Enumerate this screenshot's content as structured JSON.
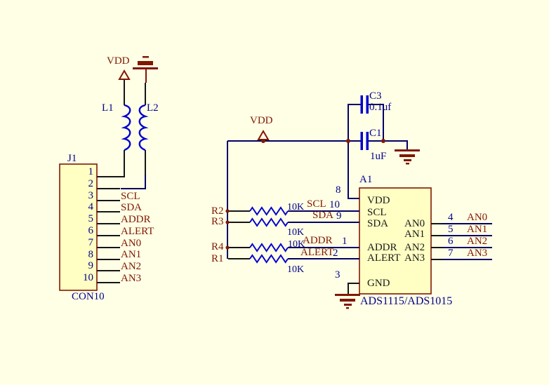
{
  "colors": {
    "background": "#FFFFE6",
    "net_label": "#801800",
    "annotation": "#00008B",
    "wire": "#000066",
    "component_symbol": "#0000D0",
    "component_fill": "#FFFFC4",
    "component_border": "#801800",
    "ic_pin_text": "#1a1a1a"
  },
  "power": {
    "vdd": "VDD"
  },
  "connector": {
    "designator": "J1",
    "part": "CON10",
    "pins": [
      "1",
      "2",
      "3",
      "4",
      "5",
      "6",
      "7",
      "8",
      "9",
      "10"
    ],
    "nets": [
      "SCL",
      "SDA",
      "ADDR",
      "ALERT",
      "AN0",
      "AN1",
      "AN2",
      "AN3"
    ]
  },
  "inductors": {
    "l1": "L1",
    "l2": "L2"
  },
  "capacitors": {
    "c3": {
      "ref": "C3",
      "value": "0.1uf"
    },
    "c1": {
      "ref": "C1",
      "value": "1uF"
    }
  },
  "resistors": {
    "r2": {
      "ref": "R2",
      "value": "10K"
    },
    "r3": {
      "ref": "R3",
      "value": "10K"
    },
    "r4": {
      "ref": "R4",
      "value": "10K"
    },
    "r1": {
      "ref": "R1",
      "value": "10K"
    }
  },
  "ic": {
    "designator": "A1",
    "part": "ADS1115/ADS1015",
    "pins": {
      "vdd": {
        "num": "8",
        "name": "VDD"
      },
      "scl": {
        "num": "10",
        "name": "SCL",
        "net": "SCL"
      },
      "sda": {
        "num": "9",
        "name": "SDA",
        "net": "SDA"
      },
      "addr": {
        "num": "1",
        "name": "ADDR",
        "net": "ADDR"
      },
      "alert": {
        "num": "2",
        "name": "ALERT",
        "net": "ALERT"
      },
      "gnd": {
        "num": "3",
        "name": "GND"
      },
      "an0": {
        "num": "4",
        "name": "AN0",
        "net": "AN0"
      },
      "an1": {
        "num": "5",
        "name": "AN1",
        "net": "AN1"
      },
      "an2": {
        "num": "6",
        "name": "AN2",
        "net": "AN2"
      },
      "an3": {
        "num": "7",
        "name": "AN3",
        "net": "AN3"
      }
    }
  }
}
